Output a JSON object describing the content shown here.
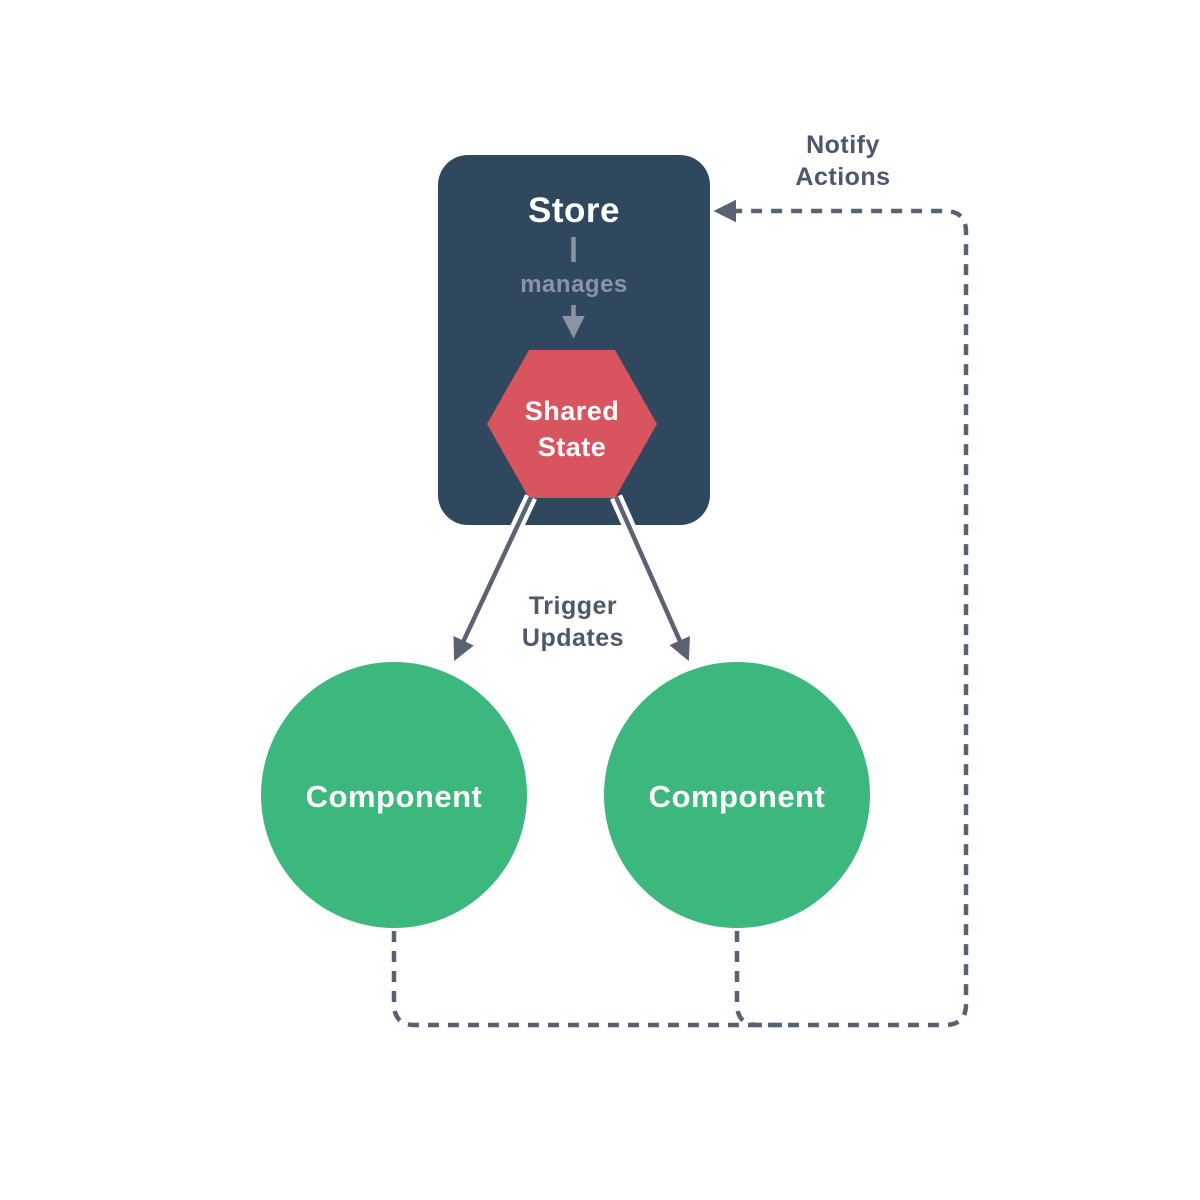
{
  "diagram": {
    "store": {
      "label": "Store",
      "relation_label": "manages"
    },
    "shared_state": {
      "label": "Shared\nState"
    },
    "components": [
      {
        "label": "Component"
      },
      {
        "label": "Component"
      }
    ],
    "edges": {
      "notify_label": "Notify\nActions",
      "trigger_label": "Trigger\nUpdates"
    },
    "colors": {
      "store_bg": "#30485E",
      "shared_state_bg": "#D8545E",
      "component_bg": "#3CB77E",
      "line": "#5A6273",
      "dashed_line": "#566173",
      "muted": "#8C93A3",
      "edge_label_text": "#4C586B",
      "node_text": "#FFFFFF"
    }
  }
}
